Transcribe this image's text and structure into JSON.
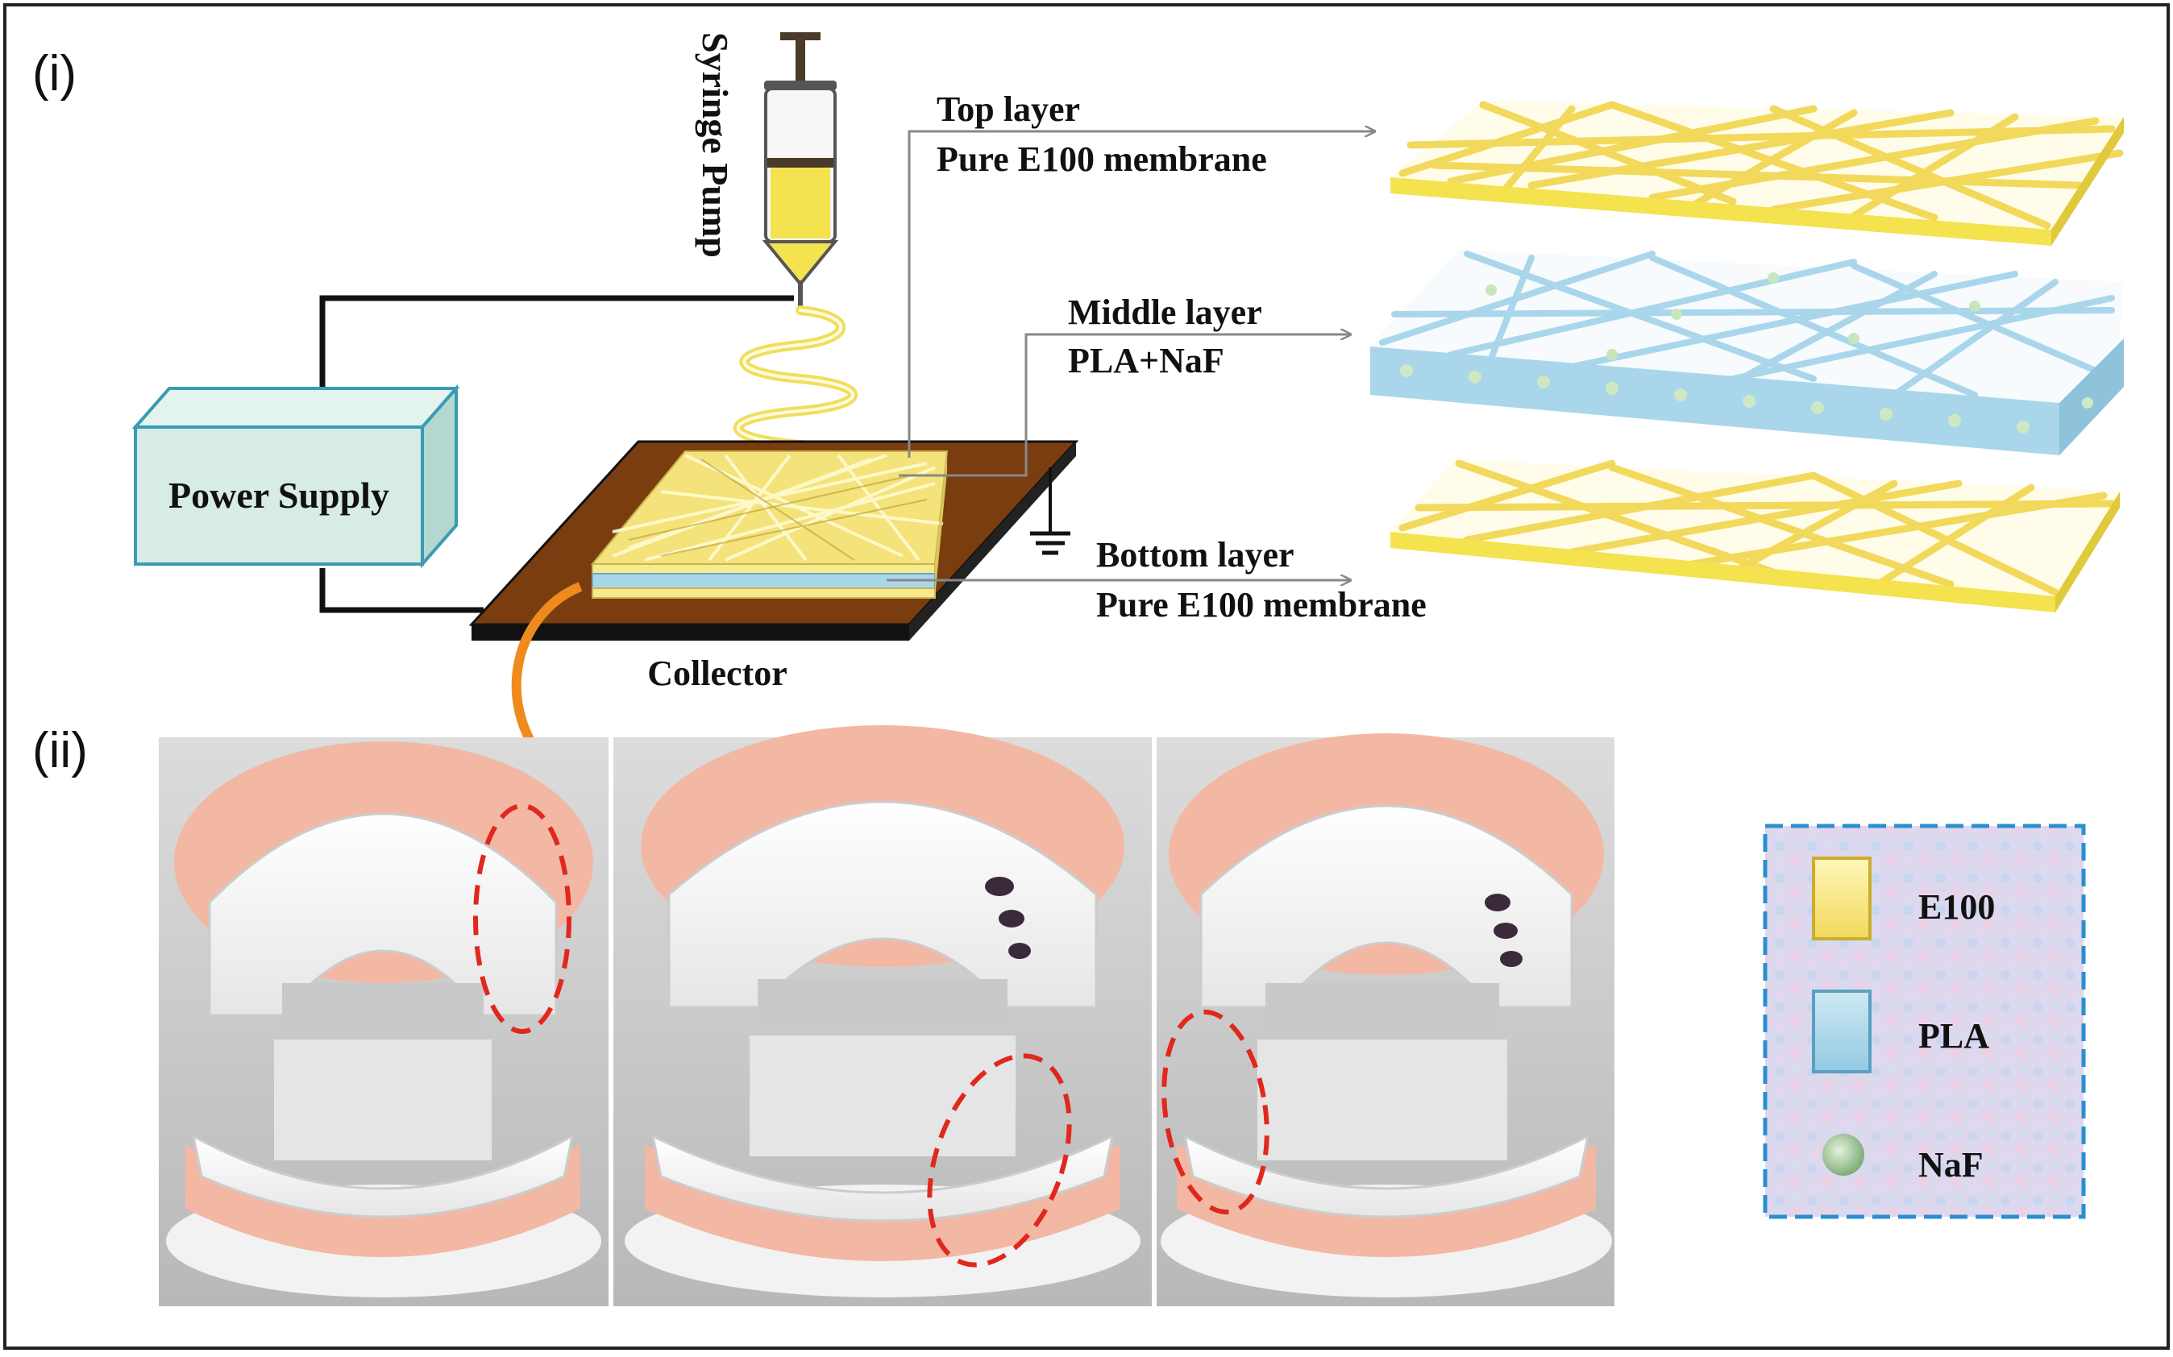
{
  "panels": {
    "top": "(i)",
    "bottom": "(ii)"
  },
  "apparatus": {
    "syringe": "Syringe Pump",
    "power": "Power Supply",
    "collector": "Collector"
  },
  "layers": {
    "top": {
      "name": "Top layer",
      "material": "Pure E100 membrane"
    },
    "middle": {
      "name": "Middle layer",
      "material": "PLA+NaF"
    },
    "bottom": {
      "name": "Bottom layer",
      "material": "Pure E100 membrane"
    }
  },
  "legend": [
    {
      "label": "E100",
      "icon": "yellow-square"
    },
    {
      "label": "PLA",
      "icon": "blue-square"
    },
    {
      "label": "NaF",
      "icon": "green-dot"
    }
  ],
  "colors": {
    "e100": "#f5e27a",
    "pla": "#a9d6ea",
    "naf": "#9fc79a",
    "collector": "#7a3d10",
    "power_box": "#cfe8e0",
    "arrow_orange": "#ef8a1e",
    "highlight": "#e0281e",
    "legend_border": "#2a8fd0"
  }
}
